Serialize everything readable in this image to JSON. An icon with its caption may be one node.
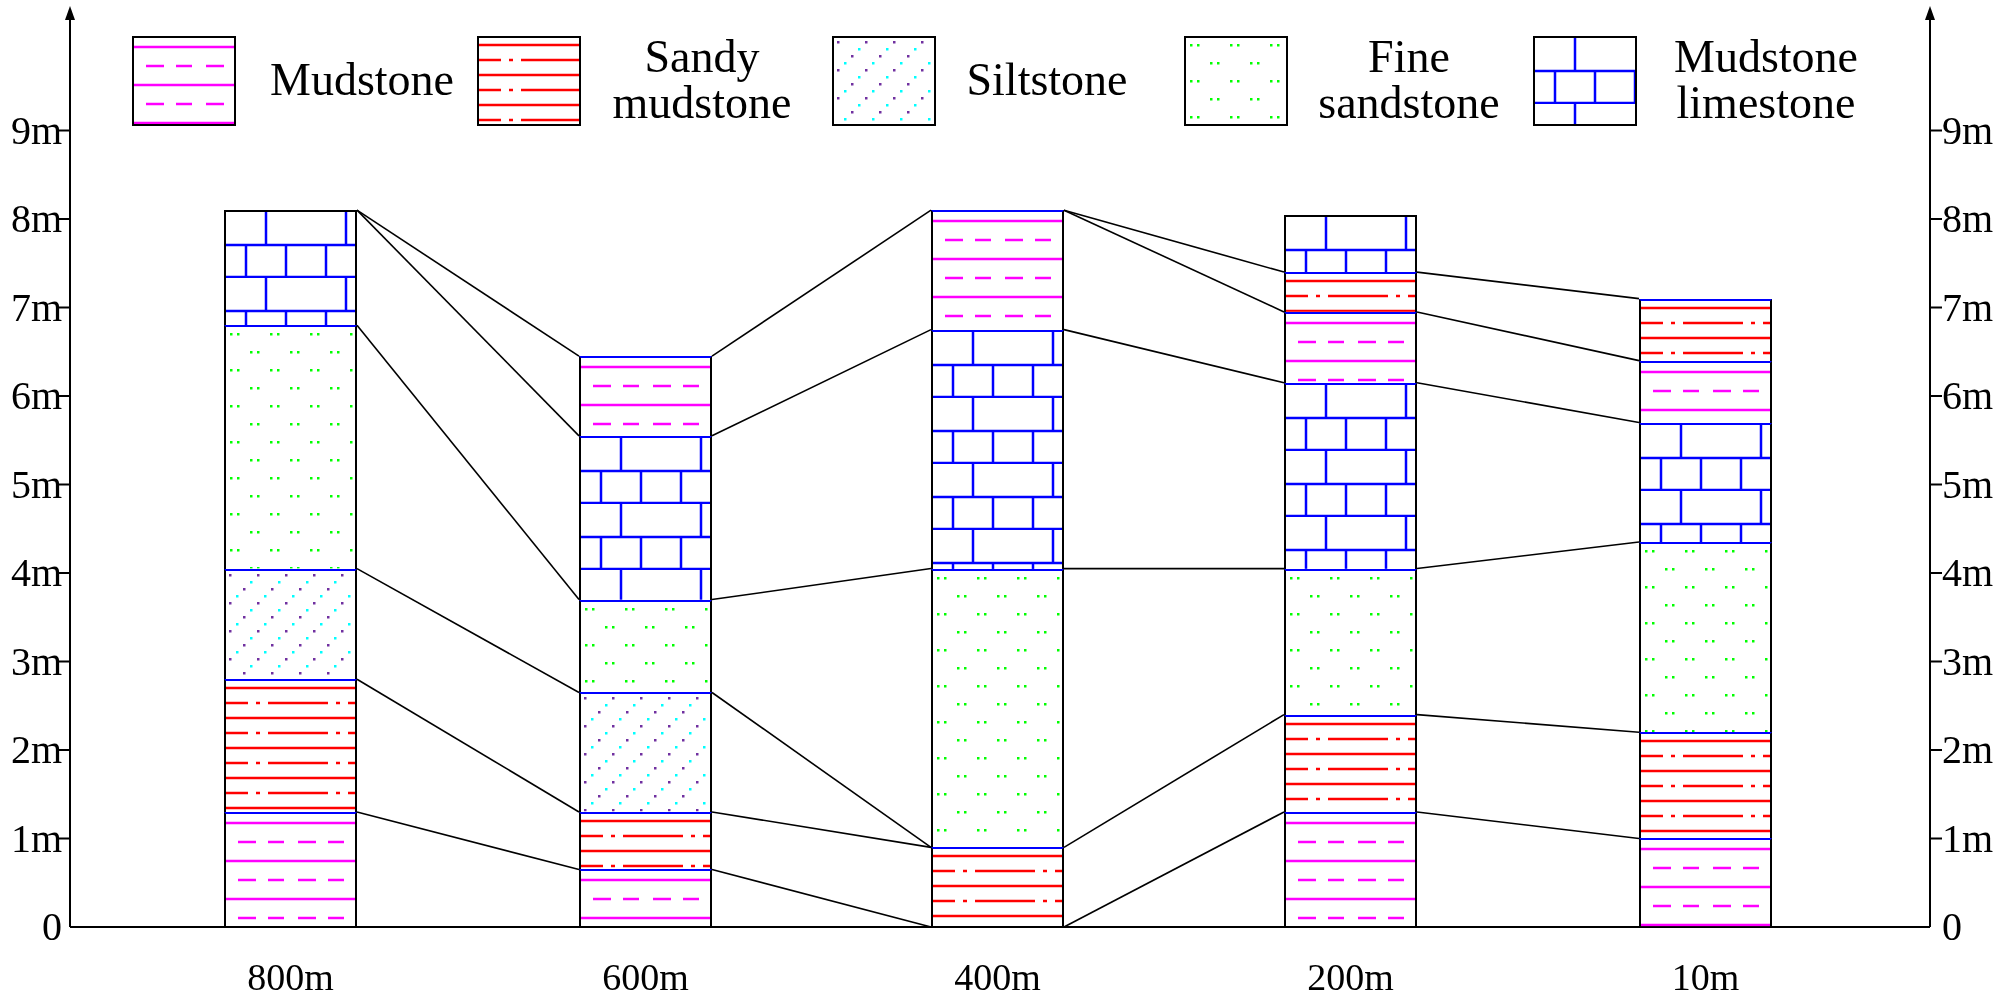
{
  "diagram": {
    "nodes": [
      {
        "text": [
          "800m"
        ]
      },
      {
        "text": [],
        "shape": "box",
        "in": 0
      },
      {
        "text": [],
        "shape": "box",
        "in": 0
      },
      {
        "text": [],
        "shape": "box",
        "in": 0
      },
      {
        "text": [],
        "shape": "box",
        "in": 0
      },
      {
        "text": [],
        "shape": "box",
        "in": 0
      },
      {
        "text": [
          "600m"
        ]
      },
      {
        "text": [],
        "shape": "box",
        "in": 6
      },
      {
        "text": [],
        "shape": "box",
        "in": 6
      },
      {
        "text": [],
        "shape": "box",
        "in": 6
      },
      {
        "text": [],
        "shape": "box",
        "in": 6
      },
      {
        "text": [],
        "shape": "box",
        "in": 6
      },
      {
        "text": [],
        "shape": "box",
        "in": 6
      },
      {
        "text": [
          "400m"
        ]
      },
      {
        "text": [],
        "shape": "box",
        "in": 13
      },
      {
        "text": [],
        "shape": "box",
        "in": 13
      },
      {
        "text": [],
        "shape": "box",
        "in": 13
      },
      {
        "text": [],
        "shape": "box",
        "in": 13
      },
      {
        "text": [
          "200m"
        ]
      },
      {
        "text": [],
        "shape": "box",
        "in": 18
      },
      {
        "text": [],
        "shape": "box",
        "in": 18
      },
      {
        "text": [],
        "shape": "box",
        "in": 18
      },
      {
        "text": [],
        "shape": "box",
        "in": 18
      },
      {
        "text": [],
        "shape": "box",
        "in": 18
      },
      {
        "text": [],
        "shape": "box",
        "in": 18
      },
      {
        "text": [],
        "shape": "box",
        "in": 18
      },
      {
        "text": [
          "10m"
        ]
      },
      {
        "text": [],
        "shape": "box",
        "in": 26
      },
      {
        "text": [],
        "shape": "box",
        "in": 26
      },
      {
        "text": [],
        "shape": "box",
        "in": 26
      },
      {
        "text": [],
        "shape": "box",
        "in": 26
      },
      {
        "text": [],
        "shape": "box",
        "in": 26
      },
      {
        "text": [],
        "shape": "box",
        "in": 26
      }
    ],
    "edges": [
      {
        "from": 1,
        "to": 7,
        "arrow": "none"
      },
      {
        "from": 1,
        "to": 8,
        "arrow": "none"
      },
      {
        "from": 2,
        "to": 9,
        "arrow": "none"
      },
      {
        "from": 3,
        "to": 10,
        "arrow": "none"
      },
      {
        "from": 4,
        "to": 11,
        "arrow": "none"
      },
      {
        "from": 5,
        "to": 12,
        "arrow": "none"
      },
      {
        "from": 7,
        "to": 14,
        "arrow": "none"
      },
      {
        "from": 8,
        "to": 15,
        "arrow": "none"
      },
      {
        "from": 9,
        "to": 16,
        "arrow": "none"
      },
      {
        "from": 10,
        "to": 17,
        "arrow": "none"
      },
      {
        "from": 11,
        "to": 17,
        "arrow": "none"
      },
      {
        "from": 12,
        "to": 17,
        "arrow": "none"
      },
      {
        "from": 14,
        "to": 20,
        "arrow": "none"
      },
      {
        "from": 14,
        "to": 21,
        "arrow": "none"
      },
      {
        "from": 15,
        "to": 22,
        "arrow": "none"
      },
      {
        "from": 16,
        "to": 23,
        "arrow": "none"
      },
      {
        "from": 17,
        "to": 24,
        "arrow": "none"
      },
      {
        "from": 17,
        "to": 25,
        "arrow": "none"
      },
      {
        "from": 20,
        "to": 27,
        "arrow": "none"
      },
      {
        "from": 21,
        "to": 28,
        "arrow": "none"
      },
      {
        "from": 22,
        "to": 29,
        "arrow": "none"
      },
      {
        "from": 23,
        "to": 30,
        "arrow": "none"
      },
      {
        "from": 24,
        "to": 31,
        "arrow": "none"
      },
      {
        "from": 25,
        "to": 32,
        "arrow": "none"
      }
    ],
    "labels": [
      "9m",
      "9m",
      "8m",
      "8m",
      "7m",
      "7m",
      "6m",
      "6m",
      "5m",
      "5m",
      "4m",
      "4m",
      "3m",
      "3m",
      "2m",
      "2m",
      "1m",
      "1m",
      "0",
      "0"
    ],
    "legend": [
      {
        "text": "Mudstone"
      },
      {
        "text": "Sandy mudstone"
      },
      {
        "text": "Siltstone"
      },
      {
        "text": "Fine sandstone"
      },
      {
        "text": "Mudstone limestone"
      }
    ]
  }
}
